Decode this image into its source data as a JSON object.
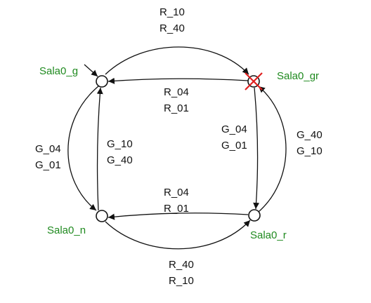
{
  "colors": {
    "state_label": "#1f8a1f",
    "edge": "#111111",
    "error_mark": "#e02020",
    "background": "#ffffff"
  },
  "states": {
    "g": {
      "label": "Sala0_g",
      "initial": true
    },
    "gr": {
      "label": "Sala0_gr",
      "marker": "red-x-icon"
    },
    "n": {
      "label": "Sala0_n"
    },
    "r": {
      "label": "Sala0_r"
    }
  },
  "transitions": {
    "top_outer": {
      "line1": "R_10",
      "line2": "R_40"
    },
    "top_inner": {
      "line1": "R_04",
      "line2": "R_01"
    },
    "left_outer": {
      "line1": "G_04",
      "line2": "G_01"
    },
    "left_inner": {
      "line1": "G_10",
      "line2": "G_40"
    },
    "right_inner": {
      "line1": "G_04",
      "line2": "G_01"
    },
    "right_outer": {
      "line1": "G_40",
      "line2": "G_10"
    },
    "bottom_inner": {
      "line1": "R_04",
      "line2": "R_01"
    },
    "bottom_outer": {
      "line1": "R_40",
      "line2": "R_10"
    }
  }
}
